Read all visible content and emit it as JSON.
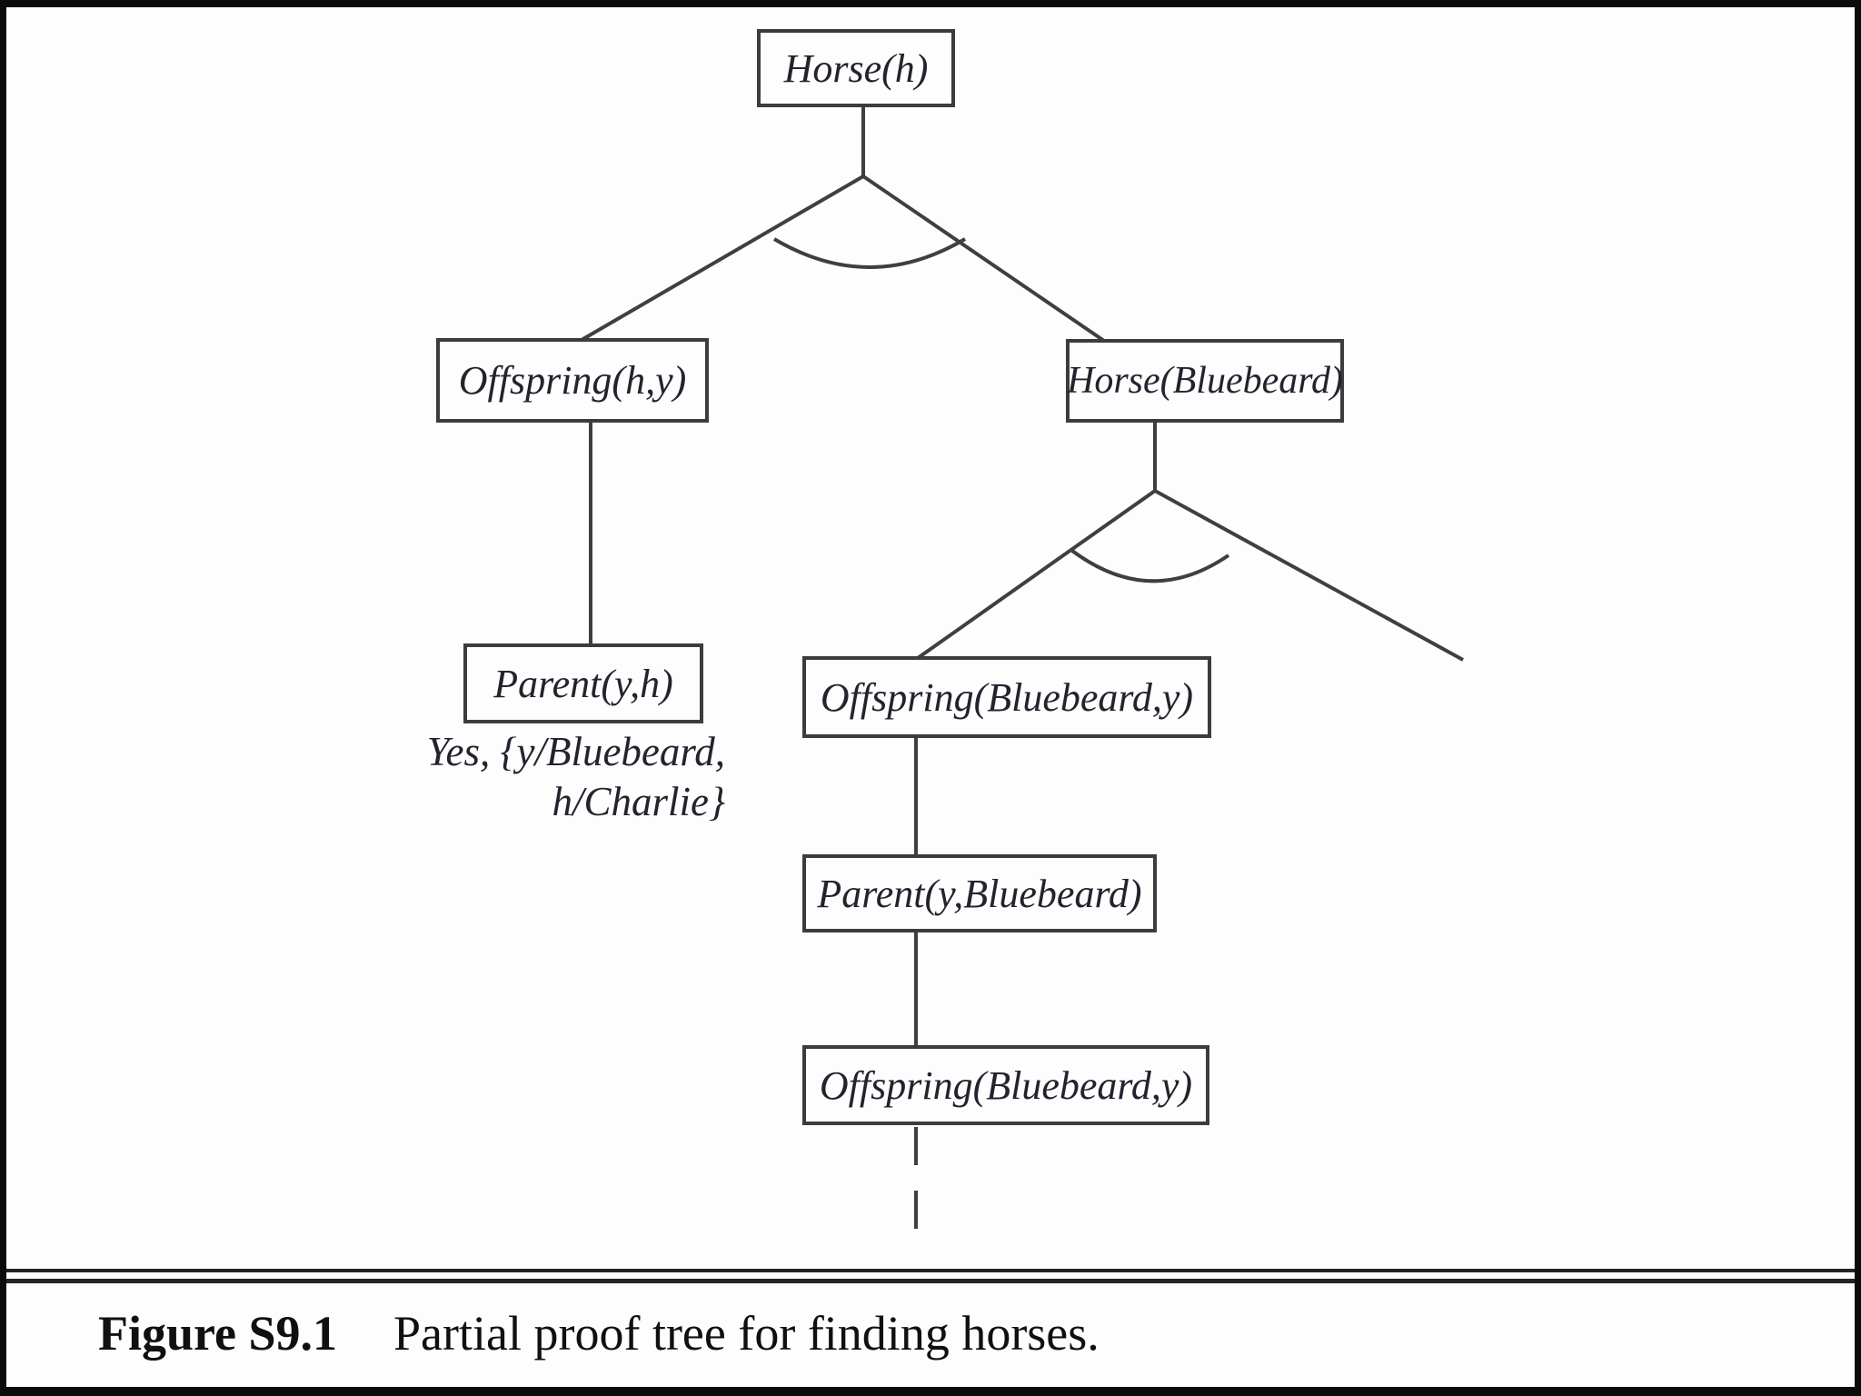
{
  "figure": {
    "caption_label": "Figure S9.1",
    "caption_text": "Partial proof tree for finding horses."
  },
  "tree": {
    "nodes": {
      "root": "Horse(h)",
      "offspring_hy": "Offspring(h,y)",
      "horse_bluebeard": "Horse(Bluebeard)",
      "parent_yh": "Parent(y,h)",
      "offspring_bluebeard_1": "Offspring(Bluebeard,y)",
      "parent_y_bluebeard": "Parent(y,Bluebeard)",
      "offspring_bluebeard_2": "Offspring(Bluebeard,y)"
    },
    "annotation": {
      "line1": "Yes, {y/Bluebeard,",
      "line2": "h/Charlie}"
    }
  },
  "colors": {
    "page_background": "#fdfdfd",
    "frame": "#0b0b0b",
    "line": "#3f3f3f",
    "box_border": "#3c3c3c",
    "text": "#23232e"
  }
}
